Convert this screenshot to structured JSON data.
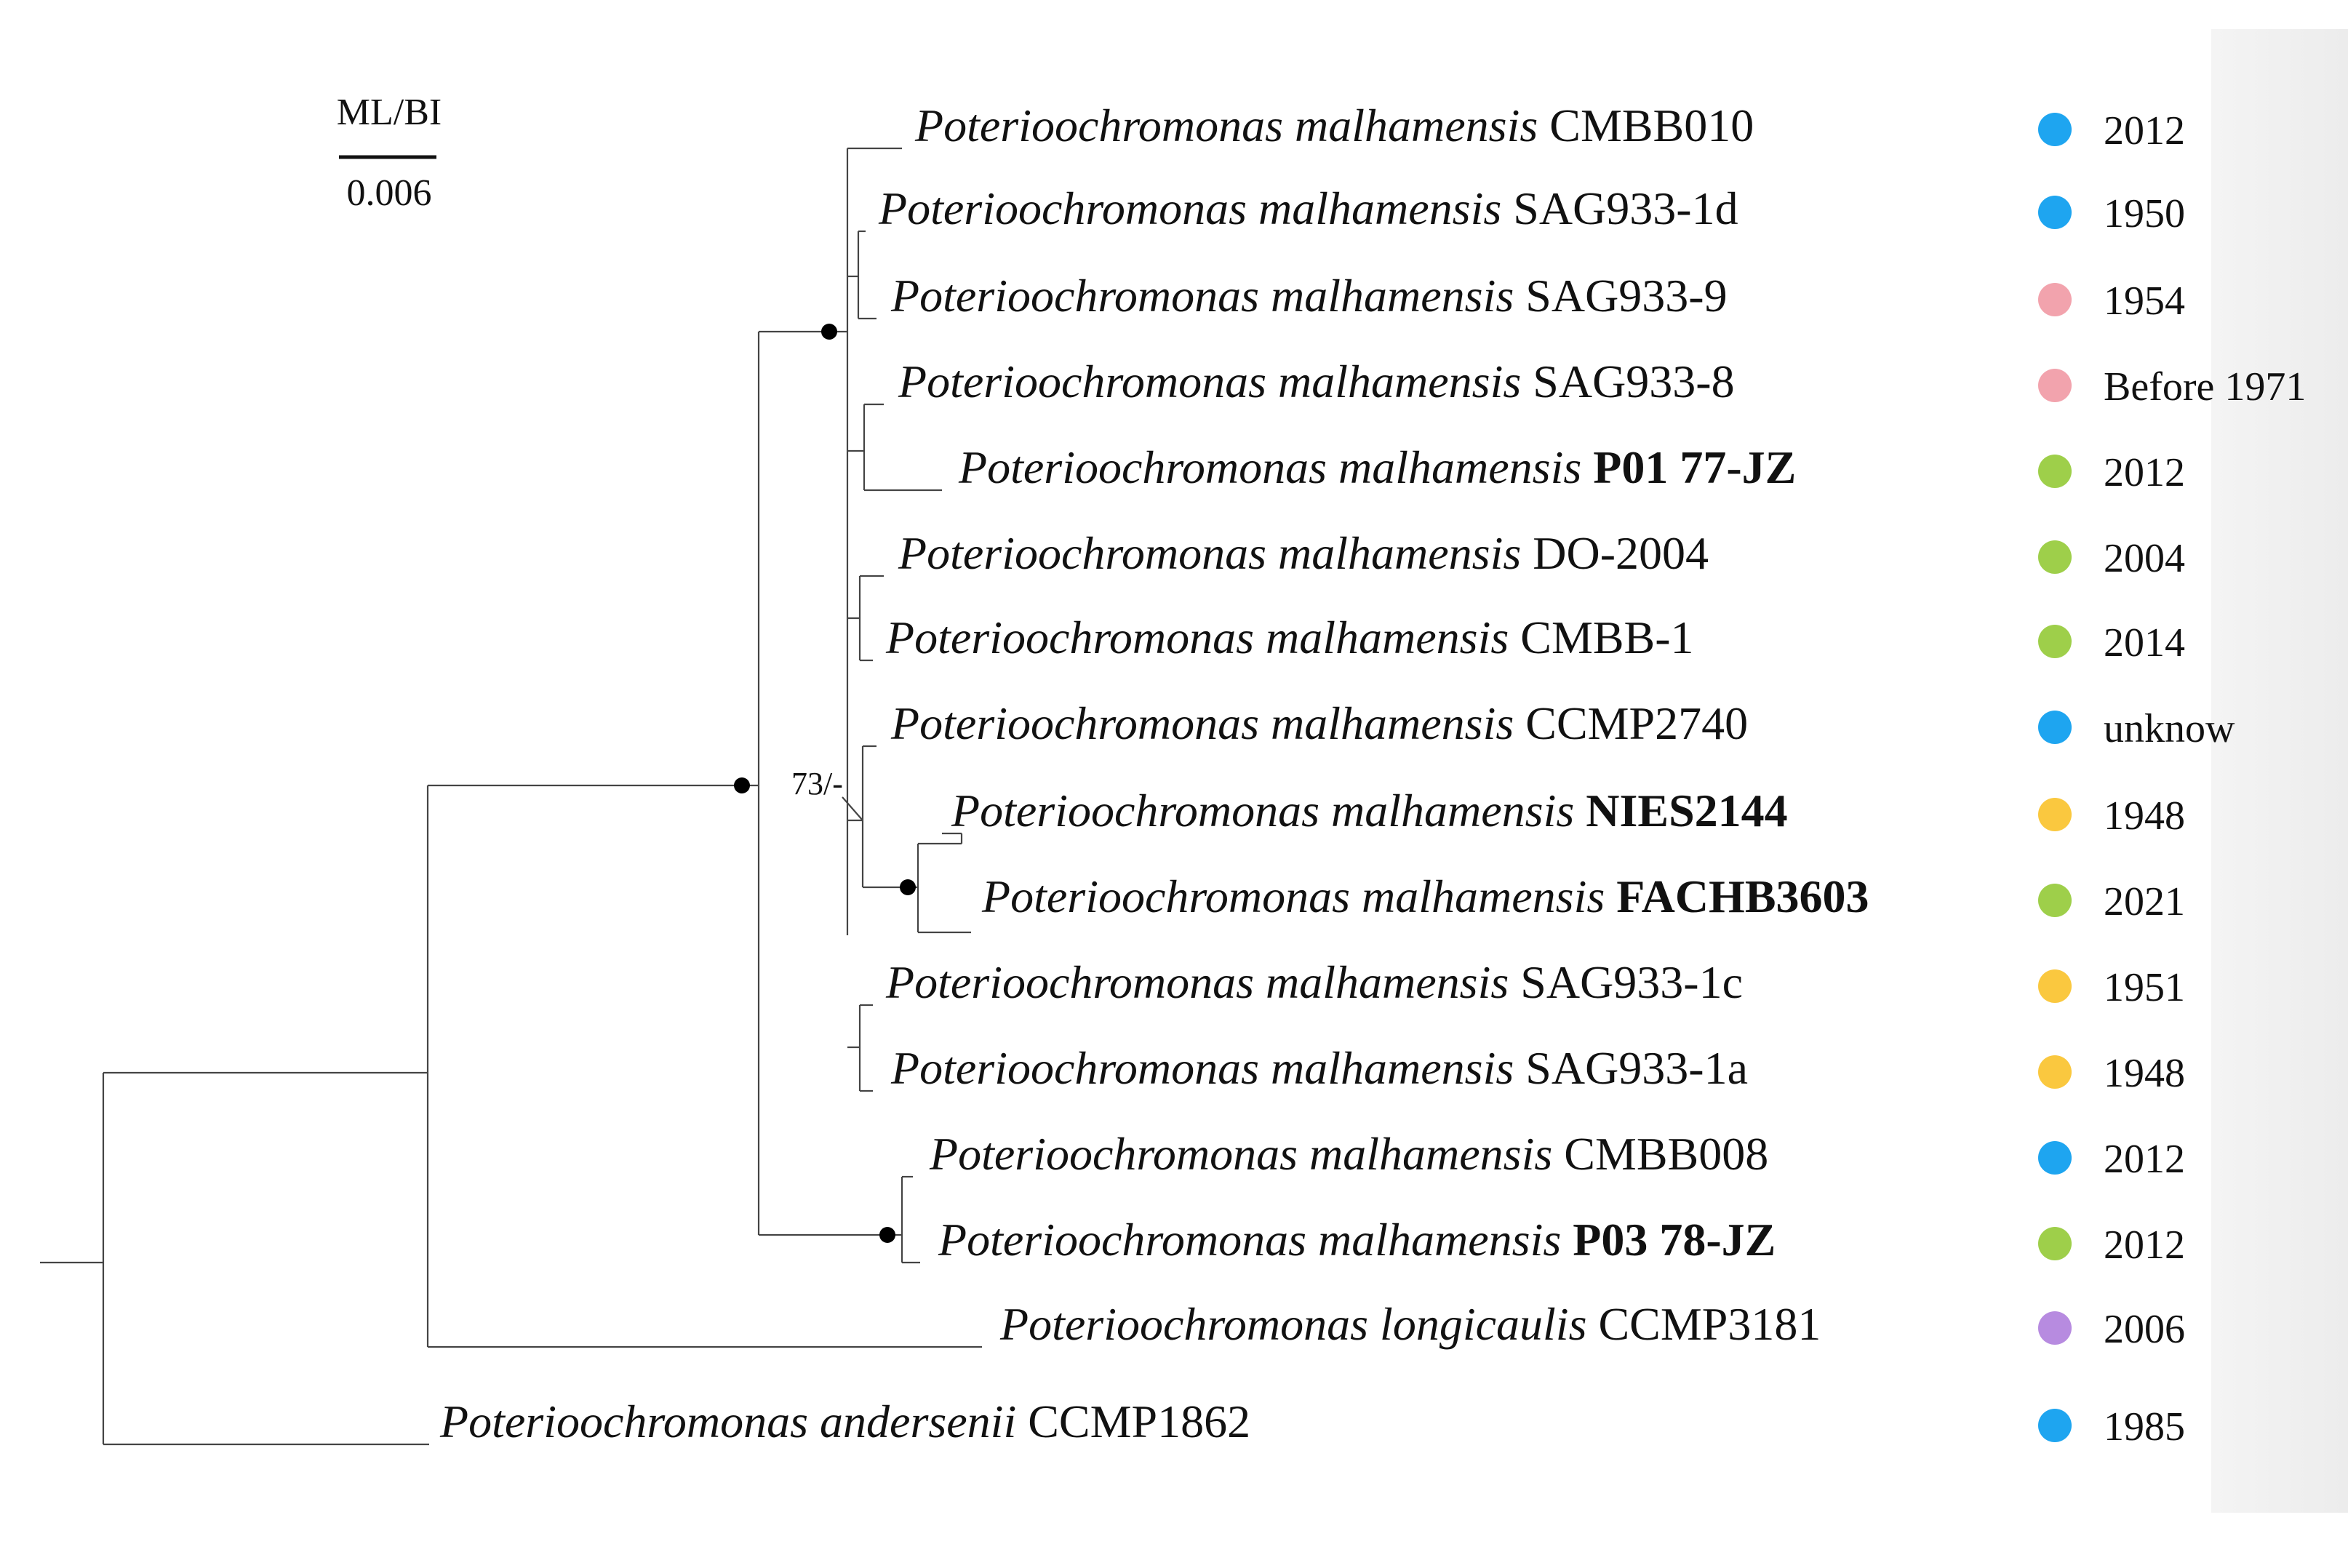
{
  "scale": {
    "header": "ML/BI",
    "value": "0.006"
  },
  "support_label": "73/-",
  "colors": {
    "blue": "#1ea5f0",
    "pink": "#f2a3ad",
    "green": "#9ecf4a",
    "yellow": "#fac83f",
    "purple": "#b78be0",
    "branch": "#444444"
  },
  "taxa": [
    {
      "genus_species": "Poterioochromonas malhamensis",
      "strain": "CMBB010",
      "bold": false,
      "year": "2012",
      "color": "#1ea5f0"
    },
    {
      "genus_species": "Poterioochromonas malhamensis",
      "strain": "SAG933-1d",
      "bold": false,
      "year": "1950",
      "color": "#1ea5f0"
    },
    {
      "genus_species": "Poterioochromonas malhamensis",
      "strain": "SAG933-9",
      "bold": false,
      "year": "1954",
      "color": "#f2a3ad"
    },
    {
      "genus_species": "Poterioochromonas malhamensis",
      "strain": "SAG933-8",
      "bold": false,
      "year": "Before 1971",
      "color": "#f2a3ad"
    },
    {
      "genus_species": "Poterioochromonas malhamensis",
      "strain": "P01 77-JZ",
      "bold": true,
      "year": "2012",
      "color": "#9ecf4a"
    },
    {
      "genus_species": "Poterioochromonas malhamensis",
      "strain": "DO-2004",
      "bold": false,
      "year": "2004",
      "color": "#9ecf4a"
    },
    {
      "genus_species": "Poterioochromonas malhamensis",
      "strain": "CMBB-1",
      "bold": false,
      "year": "2014",
      "color": "#9ecf4a"
    },
    {
      "genus_species": "Poterioochromonas malhamensis",
      "strain": "CCMP2740",
      "bold": false,
      "year": "unknow",
      "color": "#1ea5f0"
    },
    {
      "genus_species": "Poterioochromonas malhamensis",
      "strain": "NIES2144",
      "bold": true,
      "year": "1948",
      "color": "#fac83f"
    },
    {
      "genus_species": "Poterioochromonas malhamensis",
      "strain": "FACHB3603",
      "bold": true,
      "year": "2021",
      "color": "#9ecf4a"
    },
    {
      "genus_species": "Poterioochromonas malhamensis",
      "strain": "SAG933-1c",
      "bold": false,
      "year": "1951",
      "color": "#fac83f"
    },
    {
      "genus_species": "Poterioochromonas malhamensis",
      "strain": "SAG933-1a",
      "bold": false,
      "year": "1948",
      "color": "#fac83f"
    },
    {
      "genus_species": "Poterioochromonas malhamensis",
      "strain": "CMBB008",
      "bold": false,
      "year": "2012",
      "color": "#1ea5f0"
    },
    {
      "genus_species": "Poterioochromonas malhamensis",
      "strain": "P03 78-JZ",
      "bold": true,
      "year": "2012",
      "color": "#9ecf4a"
    },
    {
      "genus_species": "Poterioochromonas longicaulis",
      "strain": "CCMP3181",
      "bold": false,
      "year": "2006",
      "color": "#b78be0"
    },
    {
      "genus_species": "Poterioochromonas andersenii",
      "strain": "CCMP1862",
      "bold": false,
      "year": "1985",
      "color": "#1ea5f0"
    }
  ]
}
